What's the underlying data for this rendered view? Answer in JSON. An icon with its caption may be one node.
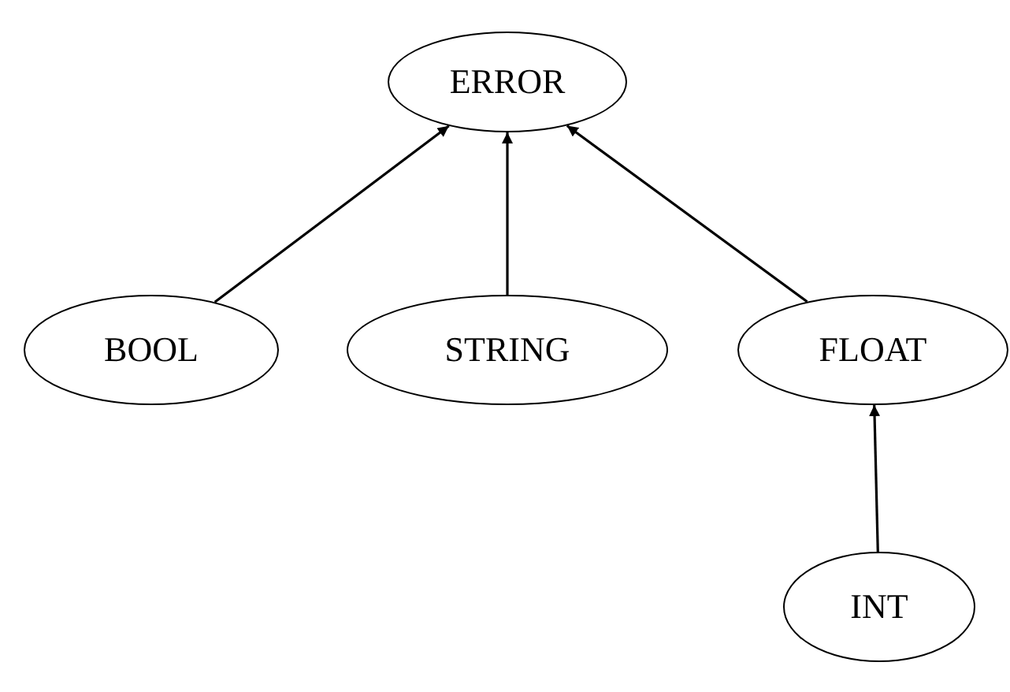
{
  "diagram": {
    "nodes": [
      {
        "text": [
          "ERROR"
        ]
      },
      {
        "text": [
          "BOOL"
        ]
      },
      {
        "text": [
          "STRING"
        ]
      },
      {
        "text": [
          "FLOAT"
        ]
      },
      {
        "text": [
          "INT"
        ]
      }
    ],
    "edges": [
      {
        "from": 1,
        "to": 0,
        "arrow": "to"
      },
      {
        "from": 2,
        "to": 0,
        "arrow": "to"
      },
      {
        "from": 3,
        "to": 0,
        "arrow": "to"
      },
      {
        "from": 4,
        "to": 3,
        "arrow": "to"
      }
    ]
  }
}
